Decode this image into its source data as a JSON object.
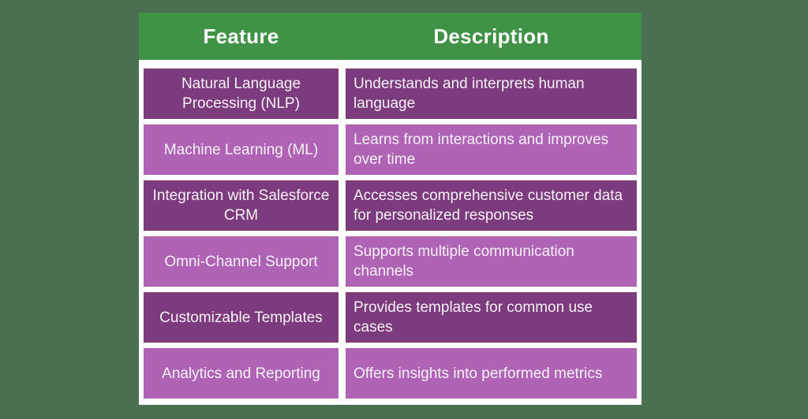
{
  "chart_data": {
    "type": "table",
    "columns": [
      "Feature",
      "Description"
    ],
    "rows": [
      {
        "feature": "Natural Language Processing (NLP)",
        "description": "Understands and interprets human language",
        "shade": "dark"
      },
      {
        "feature": "Machine Learning (ML)",
        "description": "Learns from interactions and improves over time",
        "shade": "light"
      },
      {
        "feature": "Integration with Salesforce CRM",
        "description": "Accesses comprehensive customer data for personalized responses",
        "shade": "dark"
      },
      {
        "feature": "Omni-Channel Support",
        "description": "Supports multiple communication channels",
        "shade": "light"
      },
      {
        "feature": "Customizable Templates",
        "description": "Provides templates for common use cases",
        "shade": "dark"
      },
      {
        "feature": "Analytics and Reporting",
        "description": "Offers insights into performed metrics",
        "shade": "light"
      }
    ]
  },
  "colors": {
    "page_background": "#4a7051",
    "header_green": "#3f9246",
    "header_text": "#ffffff",
    "row_dark_purple": "#7b3b7d",
    "row_light_purple": "#ae63b4",
    "gap_white": "#ffffff",
    "cell_text": "#f6f1f6"
  }
}
